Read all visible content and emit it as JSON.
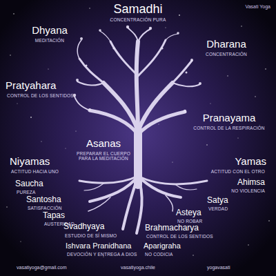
{
  "diagram": {
    "labels": [
      "Samadhi",
      "CONCENTRACIÓN PURA",
      "Dhyana",
      "MEDITACIÓN",
      "Dharana",
      "CONCENTRACIÓN",
      "Pratyahara",
      "CONTROL DE LOS SENTIDOS",
      "Pranayama",
      "CONTROL DE LA RESPIRACIÓN",
      "Asanas",
      "PREPARAR EL CUERPO PARA LA MEDITACIÓN",
      "Niyamas",
      "ACTITUD HACIA UNO",
      "Yamas",
      "ACTITUD CON EL OTRO",
      "Saucha",
      "PUREZA",
      "Ahimsa",
      "NO VIOLENCIA",
      "Santosha",
      "SATISFACCIÓN",
      "Satya",
      "VERDAD",
      "Tapas",
      "AUSTERIDAD",
      "Asteya",
      "NO ROBAR",
      "Svadhyaya",
      "ESTUDIO DE SÍ MISMO",
      "Brahmacharya",
      "CONTROL DE LOS SENTIDOS",
      "Ishvara Pranidhana",
      "DEVOCIÓN Y ENTREGA A DIOS",
      "Aparigraha",
      "NO CODICIA",
      "Vasati Yoga",
      "vasatiyoga@gmail.com",
      "vasatiyoga.chile",
      "yogavasati"
    ]
  }
}
